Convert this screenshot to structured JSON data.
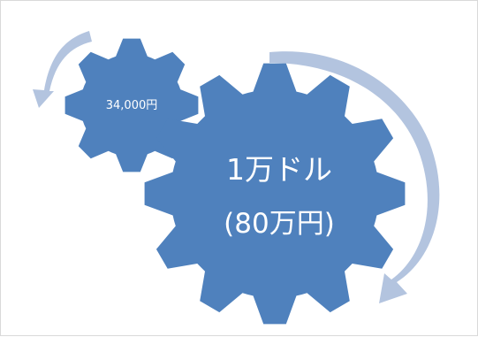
{
  "diagram": {
    "small_gear_label": "34,000円",
    "large_gear_line1": "1万ドル",
    "large_gear_line2": "(80万円)"
  },
  "colors": {
    "gear": "#4f81bd",
    "arrow": "#b3c4df",
    "text": "#ffffff",
    "border": "#d9d9d9"
  },
  "icons": [
    "gear-icon",
    "rotation-arrow-icon"
  ]
}
